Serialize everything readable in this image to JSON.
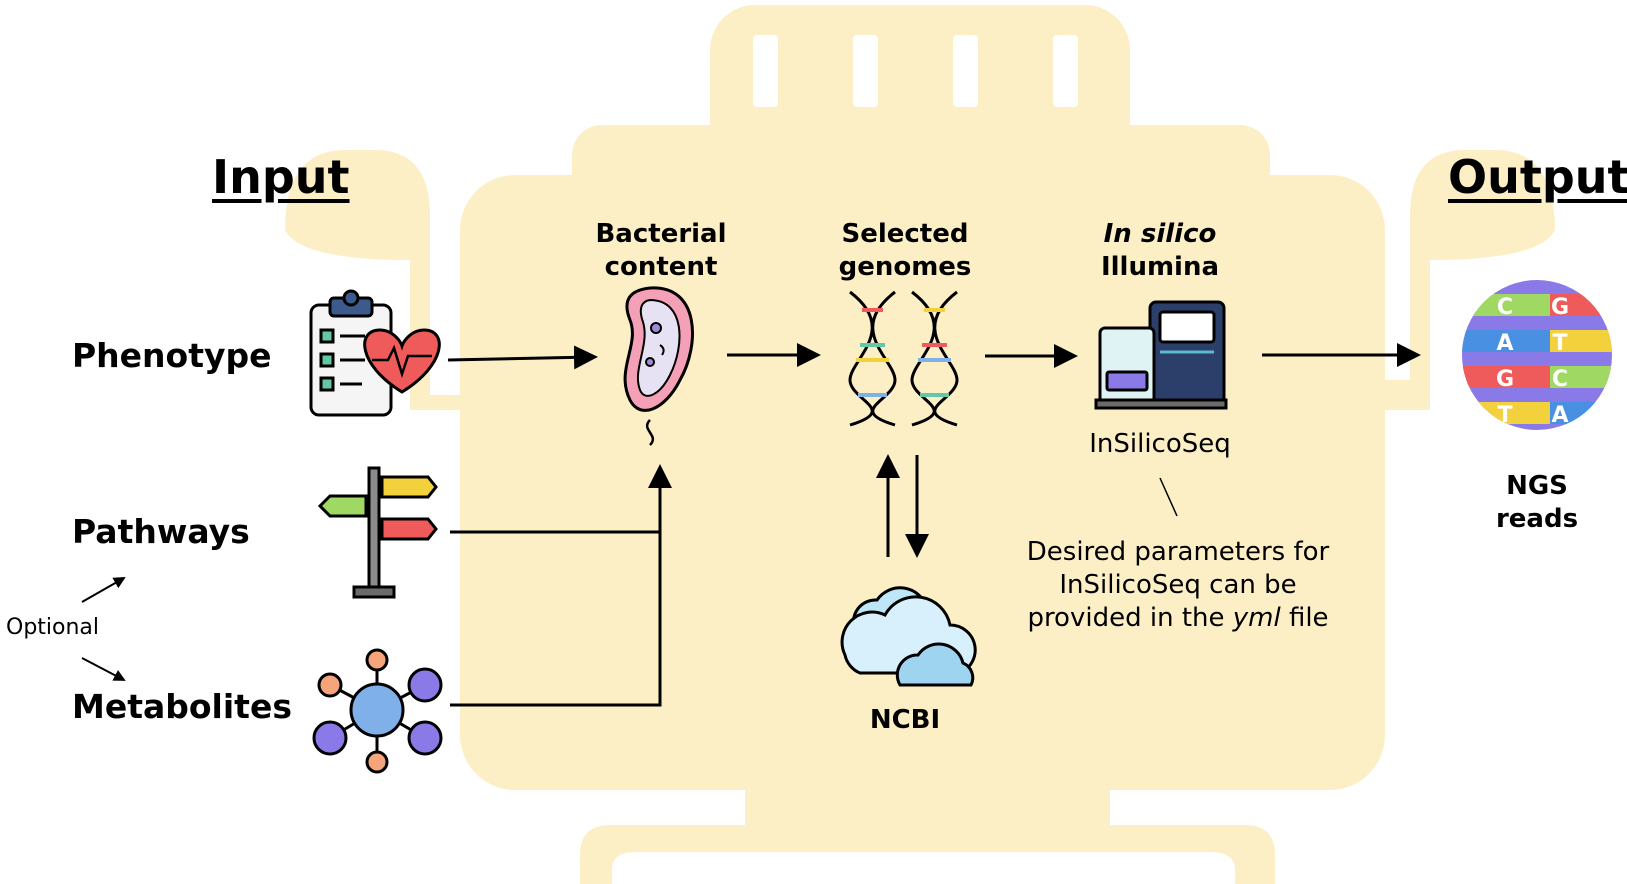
{
  "headings": {
    "input": "Input",
    "output": "Output"
  },
  "inputs": {
    "phenotype": "Phenotype",
    "pathways": "Pathways",
    "metabolites": "Metabolites",
    "optional_note": "Optional"
  },
  "stages": {
    "bacterial_line1": "Bacterial",
    "bacterial_line2": "content",
    "selected_line1": "Selected",
    "selected_line2": "genomes",
    "insilico_line1": "In silico",
    "insilico_line2": "Illumina",
    "tool_name": "InSilicoSeq",
    "ncbi": "NCBI"
  },
  "note": {
    "line1": "Desired parameters for",
    "line2": "InSilicoSeq can be",
    "line3_prefix": "provided in the ",
    "line3_italic": "yml",
    "line3_suffix": " file"
  },
  "output": {
    "line1": "NGS",
    "line2": "reads",
    "bases": [
      "C",
      "G",
      "A",
      "T",
      "G",
      "C",
      "T",
      "A"
    ]
  },
  "colors": {
    "machine": "#fdefc5",
    "arrow": "#000000"
  },
  "icons": {
    "phenotype": "clipboard-heart-icon",
    "pathways": "signpost-icon",
    "metabolites": "molecule-network-icon",
    "bacterial": "bacterium-icon",
    "genomes": "dna-helix-icon",
    "sequencer": "sequencer-machine-icon",
    "ncbi": "cloud-icon",
    "reads": "sequence-reads-icon"
  }
}
